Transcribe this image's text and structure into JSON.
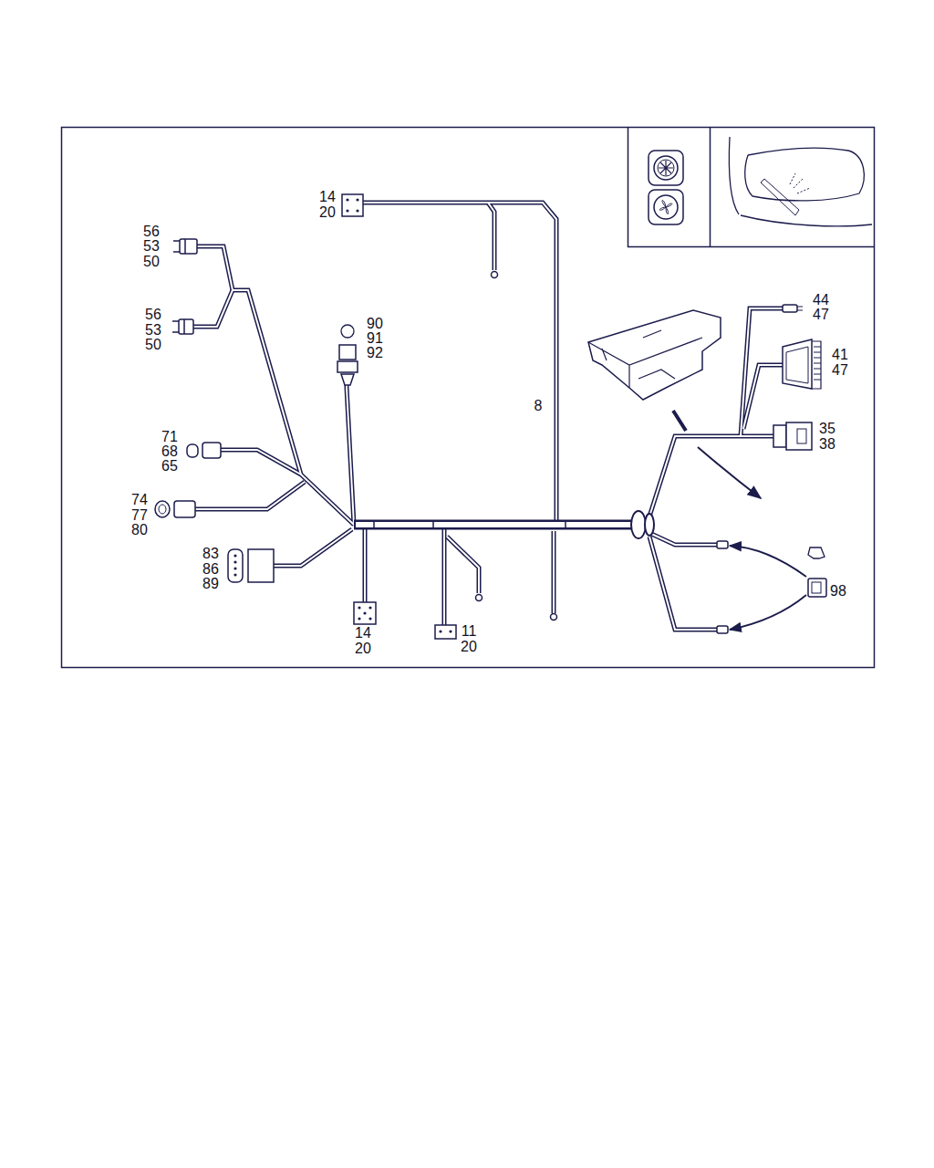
{
  "diagram": {
    "labels": [
      "14",
      "20",
      "56",
      "53",
      "50",
      "56",
      "53",
      "50",
      "90",
      "91",
      "92",
      "8",
      "44",
      "47",
      "41",
      "47",
      "35",
      "38",
      "71",
      "68",
      "65",
      "74",
      "77",
      "80",
      "83",
      "86",
      "89",
      "98",
      "14",
      "20",
      "11",
      "20"
    ]
  }
}
